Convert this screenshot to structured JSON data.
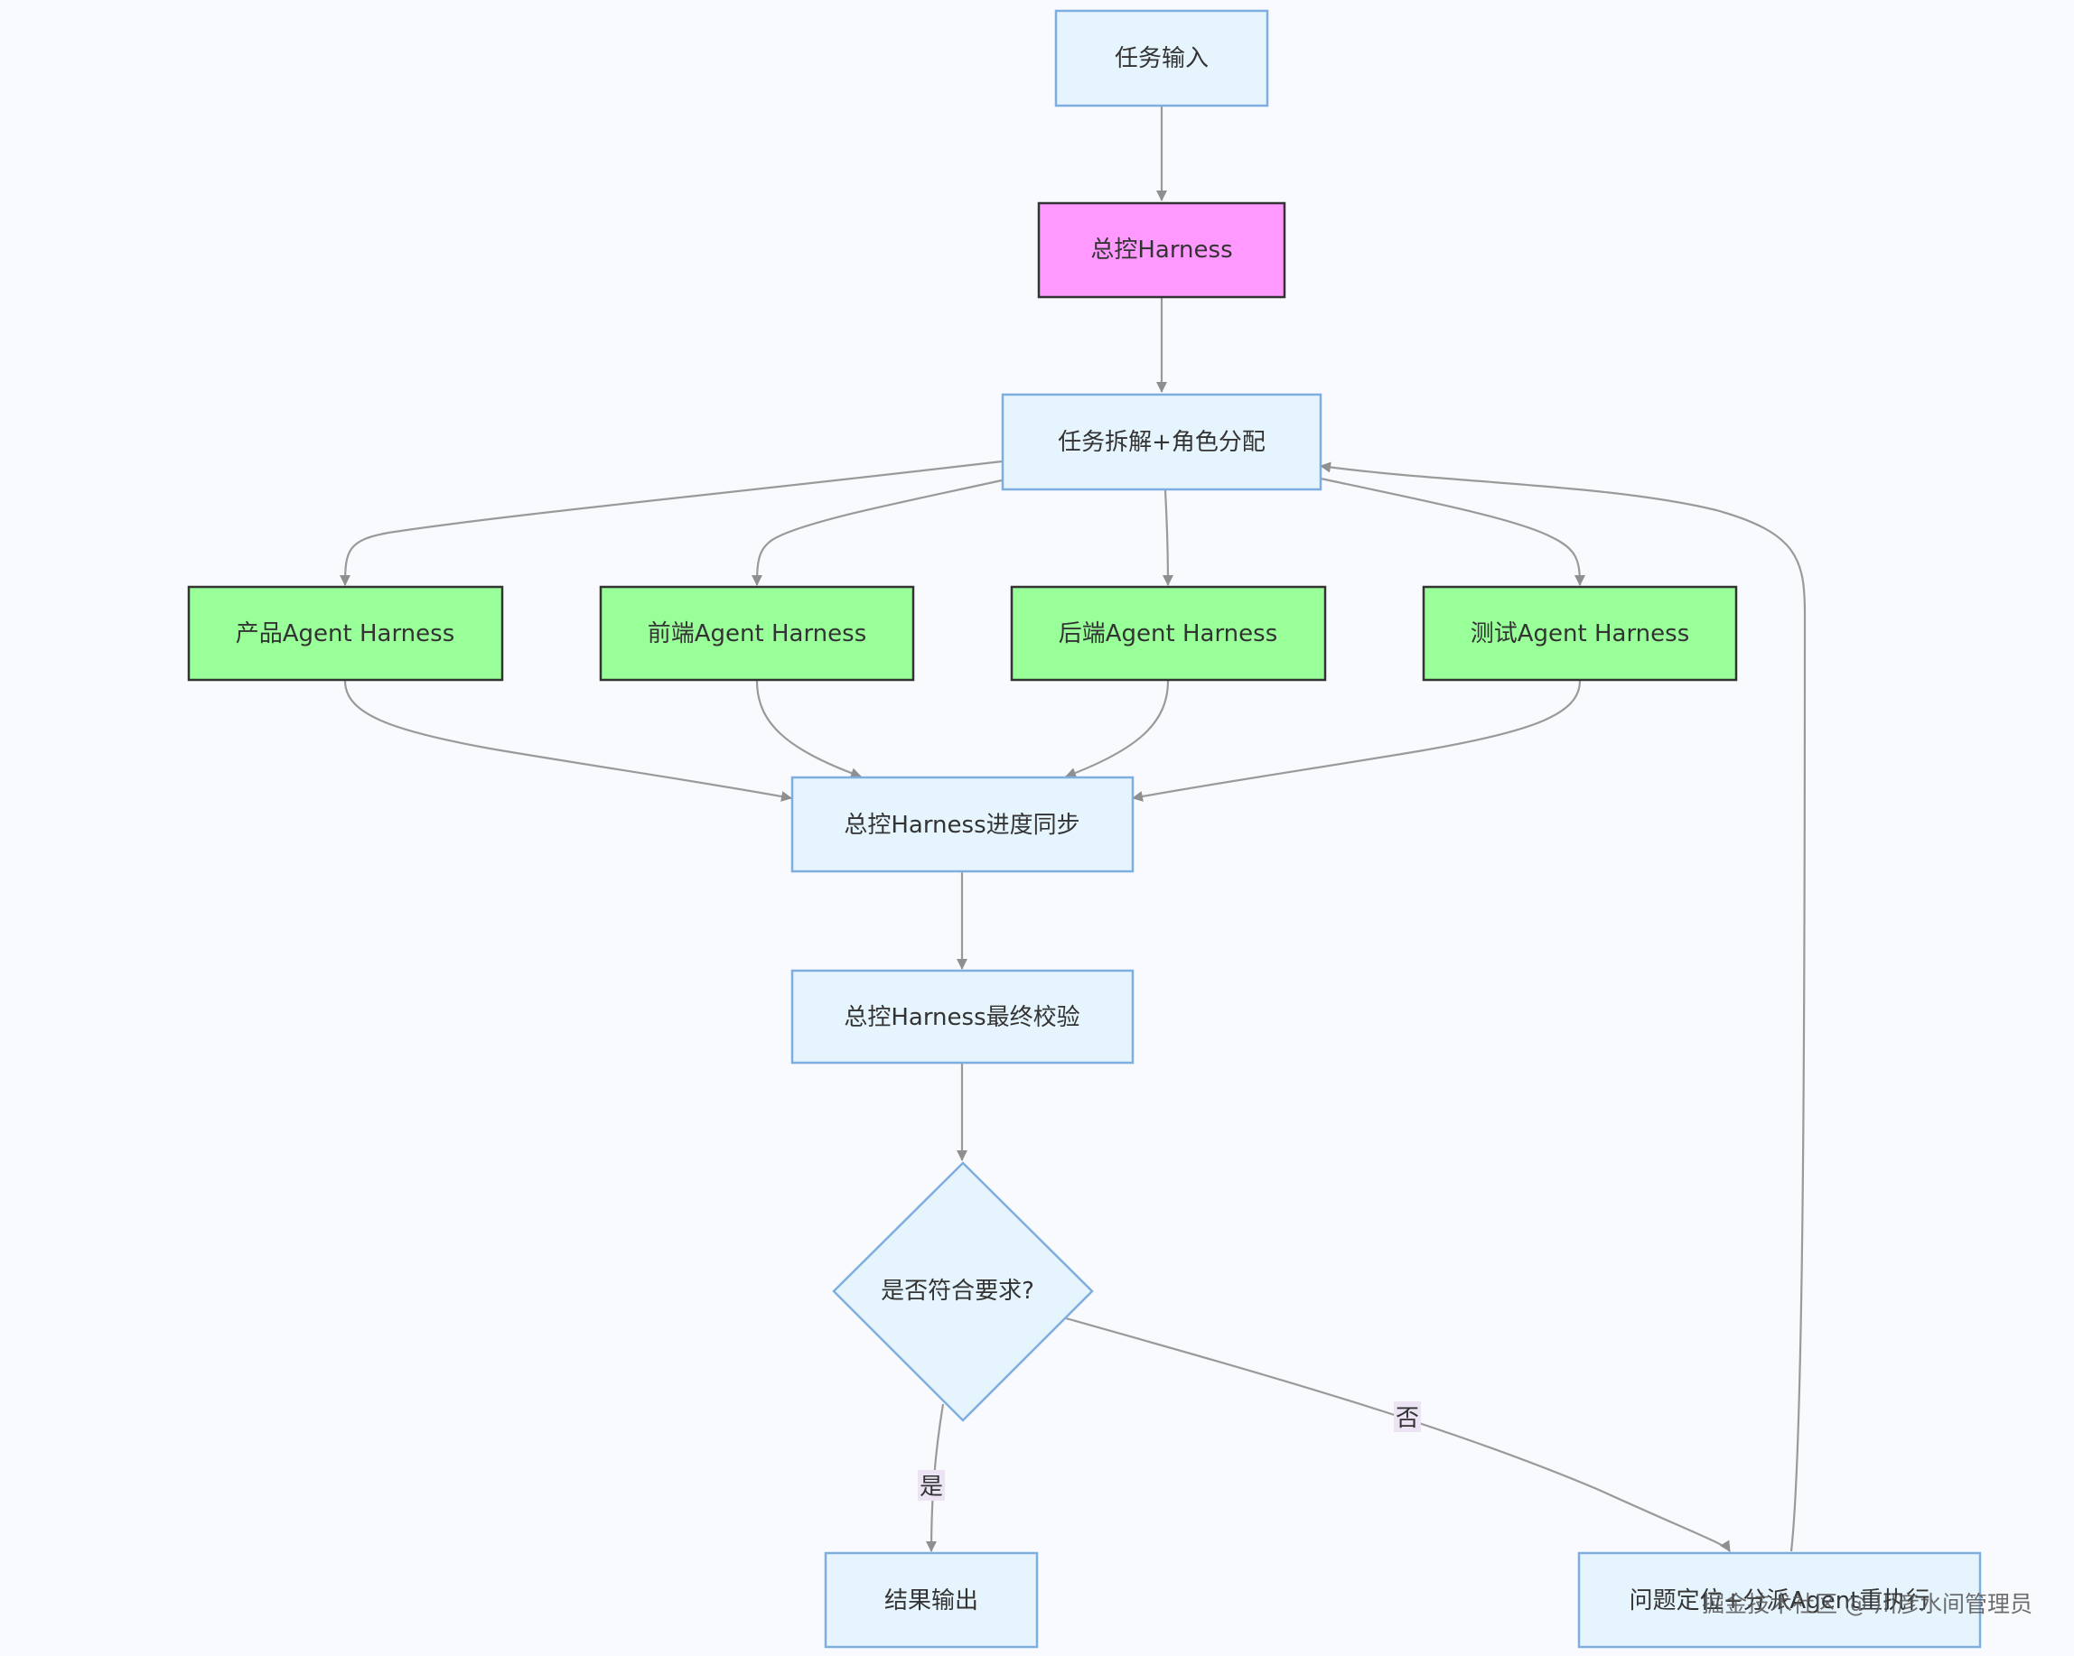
{
  "nodes": {
    "task_input": "任务输入",
    "master_harness": "总控Harness",
    "decompose": "任务拆解+角色分配",
    "product_agent": "产品Agent Harness",
    "frontend_agent": "前端Agent Harness",
    "backend_agent": "后端Agent Harness",
    "test_agent": "测试Agent Harness",
    "progress_sync": "总控Harness进度同步",
    "final_check": "总控Harness最终校验",
    "decision": "是否符合要求?",
    "result_output": "结果输出",
    "rework": "问题定位+分派Agent重执行"
  },
  "edge_labels": {
    "yes": "是",
    "no": "否"
  },
  "watermark": "掘金技术社区 @ 川彦水间管理员",
  "colors": {
    "default_fill": "#e6f5fd",
    "default_stroke": "#7eaee0",
    "master_fill": "#ff99ff",
    "master_stroke": "#333333",
    "agent_fill": "#99ff99",
    "agent_stroke": "#333333",
    "edge": "#9a9a9a",
    "label_bg": "#ece4f5"
  }
}
